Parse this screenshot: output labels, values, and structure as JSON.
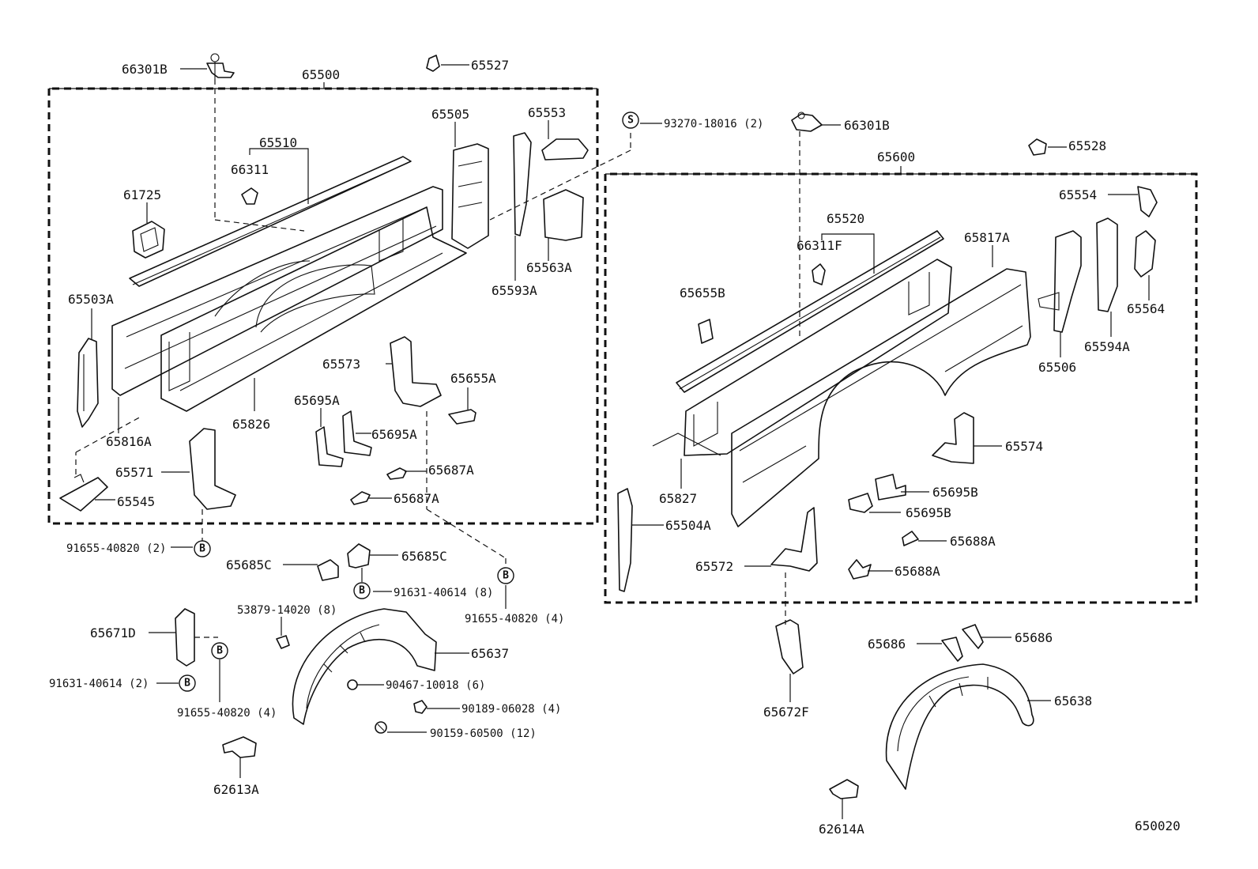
{
  "diagram_code": "650020",
  "labels": {
    "l66301B_left": "66301B",
    "l65500": "65500",
    "l65527": "65527",
    "l65505": "65505",
    "l65553": "65553",
    "l65510": "65510",
    "l66311": "66311",
    "l61725": "61725",
    "l65593A": "65593A",
    "l65563A": "65563A",
    "l65503A": "65503A",
    "l65573": "65573",
    "l65655A": "65655A",
    "l65695A_a": "65695A",
    "l65695A_b": "65695A",
    "l65816A": "65816A",
    "l65826": "65826",
    "l65571": "65571",
    "l65687A_a": "65687A",
    "l65687A_b": "65687A",
    "l65545": "65545",
    "l91655_2": "91655-40820 (2)",
    "l65685C_a": "65685C",
    "l65685C_b": "65685C",
    "l91631_8": "91631-40614 (8)",
    "l91655_4_mid": "91655-40820 (4)",
    "l53879": "53879-14020 (8)",
    "l65671D": "65671D",
    "l65637": "65637",
    "l91631_2": "91631-40614 (2)",
    "l90467": "90467-10018 (6)",
    "l90189": "90189-06028 (4)",
    "l91655_4_left": "91655-40820 (4)",
    "l90159": "90159-60500 (12)",
    "l62613A": "62613A",
    "l93270": "93270-18016 (2)",
    "l66301B_right": "66301B",
    "l65528": "65528",
    "l65600": "65600",
    "l65554": "65554",
    "l65520": "65520",
    "l65817A": "65817A",
    "l66311F": "66311F",
    "l65655B": "65655B",
    "l65564": "65564",
    "l65594A": "65594A",
    "l65506": "65506",
    "l65574": "65574",
    "l65827": "65827",
    "l65695B_a": "65695B",
    "l65695B_b": "65695B",
    "l65504A": "65504A",
    "l65688A_a": "65688A",
    "l65688A_b": "65688A",
    "l65572": "65572",
    "l65686_a": "65686",
    "l65686_b": "65686",
    "l65638": "65638",
    "l65672F": "65672F",
    "l62614A": "62614A"
  },
  "callouts": {
    "s": "S",
    "b": "B"
  }
}
